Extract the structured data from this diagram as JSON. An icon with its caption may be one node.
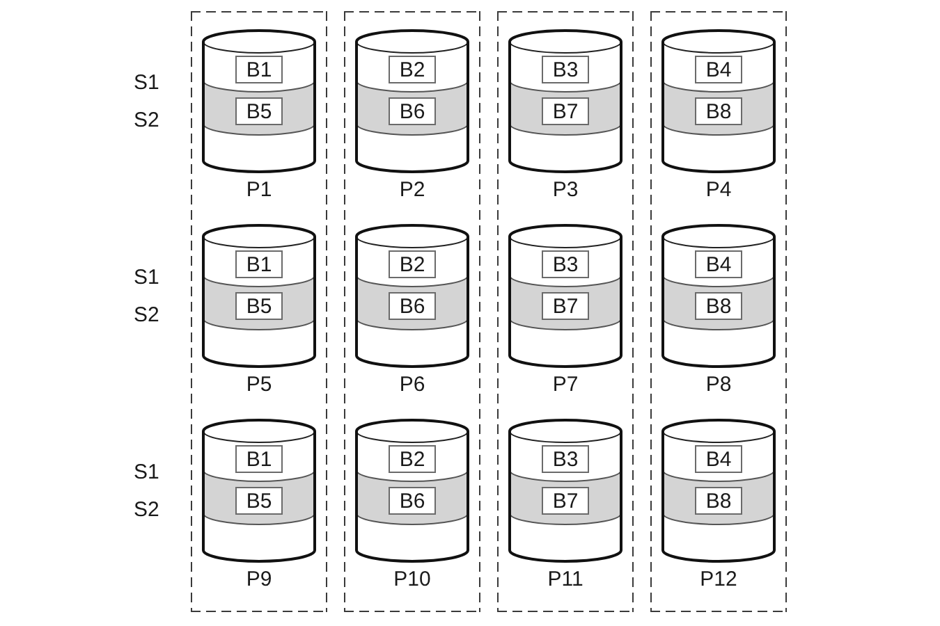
{
  "diagram": {
    "nodes": [
      {
        "text": [],
        "shape": "box"
      },
      {
        "text": [],
        "shape": "box"
      },
      {
        "text": [],
        "shape": "box"
      },
      {
        "text": [],
        "shape": "box"
      },
      {
        "text": [],
        "shape": "cylinder",
        "in": 0,
        "beside": [
          "P1"
        ]
      },
      {
        "text": [
          "B1"
        ],
        "in": 4
      },
      {
        "text": [
          "B5"
        ],
        "in": 4
      },
      {
        "text": [],
        "shape": "cylinder",
        "in": 1,
        "beside": [
          "P2"
        ]
      },
      {
        "text": [
          "B2"
        ],
        "in": 7
      },
      {
        "text": [
          "B6"
        ],
        "in": 7
      },
      {
        "text": [],
        "shape": "cylinder",
        "in": 2,
        "beside": [
          "P3"
        ]
      },
      {
        "text": [
          "B3"
        ],
        "in": 10
      },
      {
        "text": [
          "B7"
        ],
        "in": 10
      },
      {
        "text": [],
        "shape": "cylinder",
        "in": 3,
        "beside": [
          "P4"
        ]
      },
      {
        "text": [
          "B4"
        ],
        "in": 13
      },
      {
        "text": [
          "B8"
        ],
        "in": 13
      },
      {
        "text": [],
        "shape": "cylinder",
        "in": 0,
        "beside": [
          "P5"
        ]
      },
      {
        "text": [
          "B1"
        ],
        "in": 16
      },
      {
        "text": [
          "B5"
        ],
        "in": 16
      },
      {
        "text": [],
        "shape": "cylinder",
        "in": 1,
        "beside": [
          "P6"
        ]
      },
      {
        "text": [
          "B2"
        ],
        "in": 19
      },
      {
        "text": [
          "B6"
        ],
        "in": 19
      },
      {
        "text": [],
        "shape": "cylinder",
        "in": 2,
        "beside": [
          "P7"
        ]
      },
      {
        "text": [
          "B3"
        ],
        "in": 22
      },
      {
        "text": [
          "B7"
        ],
        "in": 22
      },
      {
        "text": [],
        "shape": "cylinder",
        "in": 3,
        "beside": [
          "P8"
        ]
      },
      {
        "text": [
          "B4"
        ],
        "in": 25
      },
      {
        "text": [
          "B8"
        ],
        "in": 25
      },
      {
        "text": [],
        "shape": "cylinder",
        "in": 0,
        "beside": [
          "P9"
        ]
      },
      {
        "text": [
          "B1"
        ],
        "in": 28
      },
      {
        "text": [
          "B5"
        ],
        "in": 28
      },
      {
        "text": [],
        "shape": "cylinder",
        "in": 1,
        "beside": [
          "P10"
        ]
      },
      {
        "text": [
          "B2"
        ],
        "in": 31
      },
      {
        "text": [
          "B6"
        ],
        "in": 31
      },
      {
        "text": [],
        "shape": "cylinder",
        "in": 2,
        "beside": [
          "P11"
        ]
      },
      {
        "text": [
          "B3"
        ],
        "in": 34
      },
      {
        "text": [
          "B7"
        ],
        "in": 34
      },
      {
        "text": [],
        "shape": "cylinder",
        "in": 3,
        "beside": [
          "P12"
        ]
      },
      {
        "text": [
          "B4"
        ],
        "in": 37
      },
      {
        "text": [
          "B8"
        ],
        "in": 37
      }
    ],
    "labels": [
      "S1",
      "S2",
      "S1",
      "S2",
      "S1",
      "S2"
    ]
  }
}
